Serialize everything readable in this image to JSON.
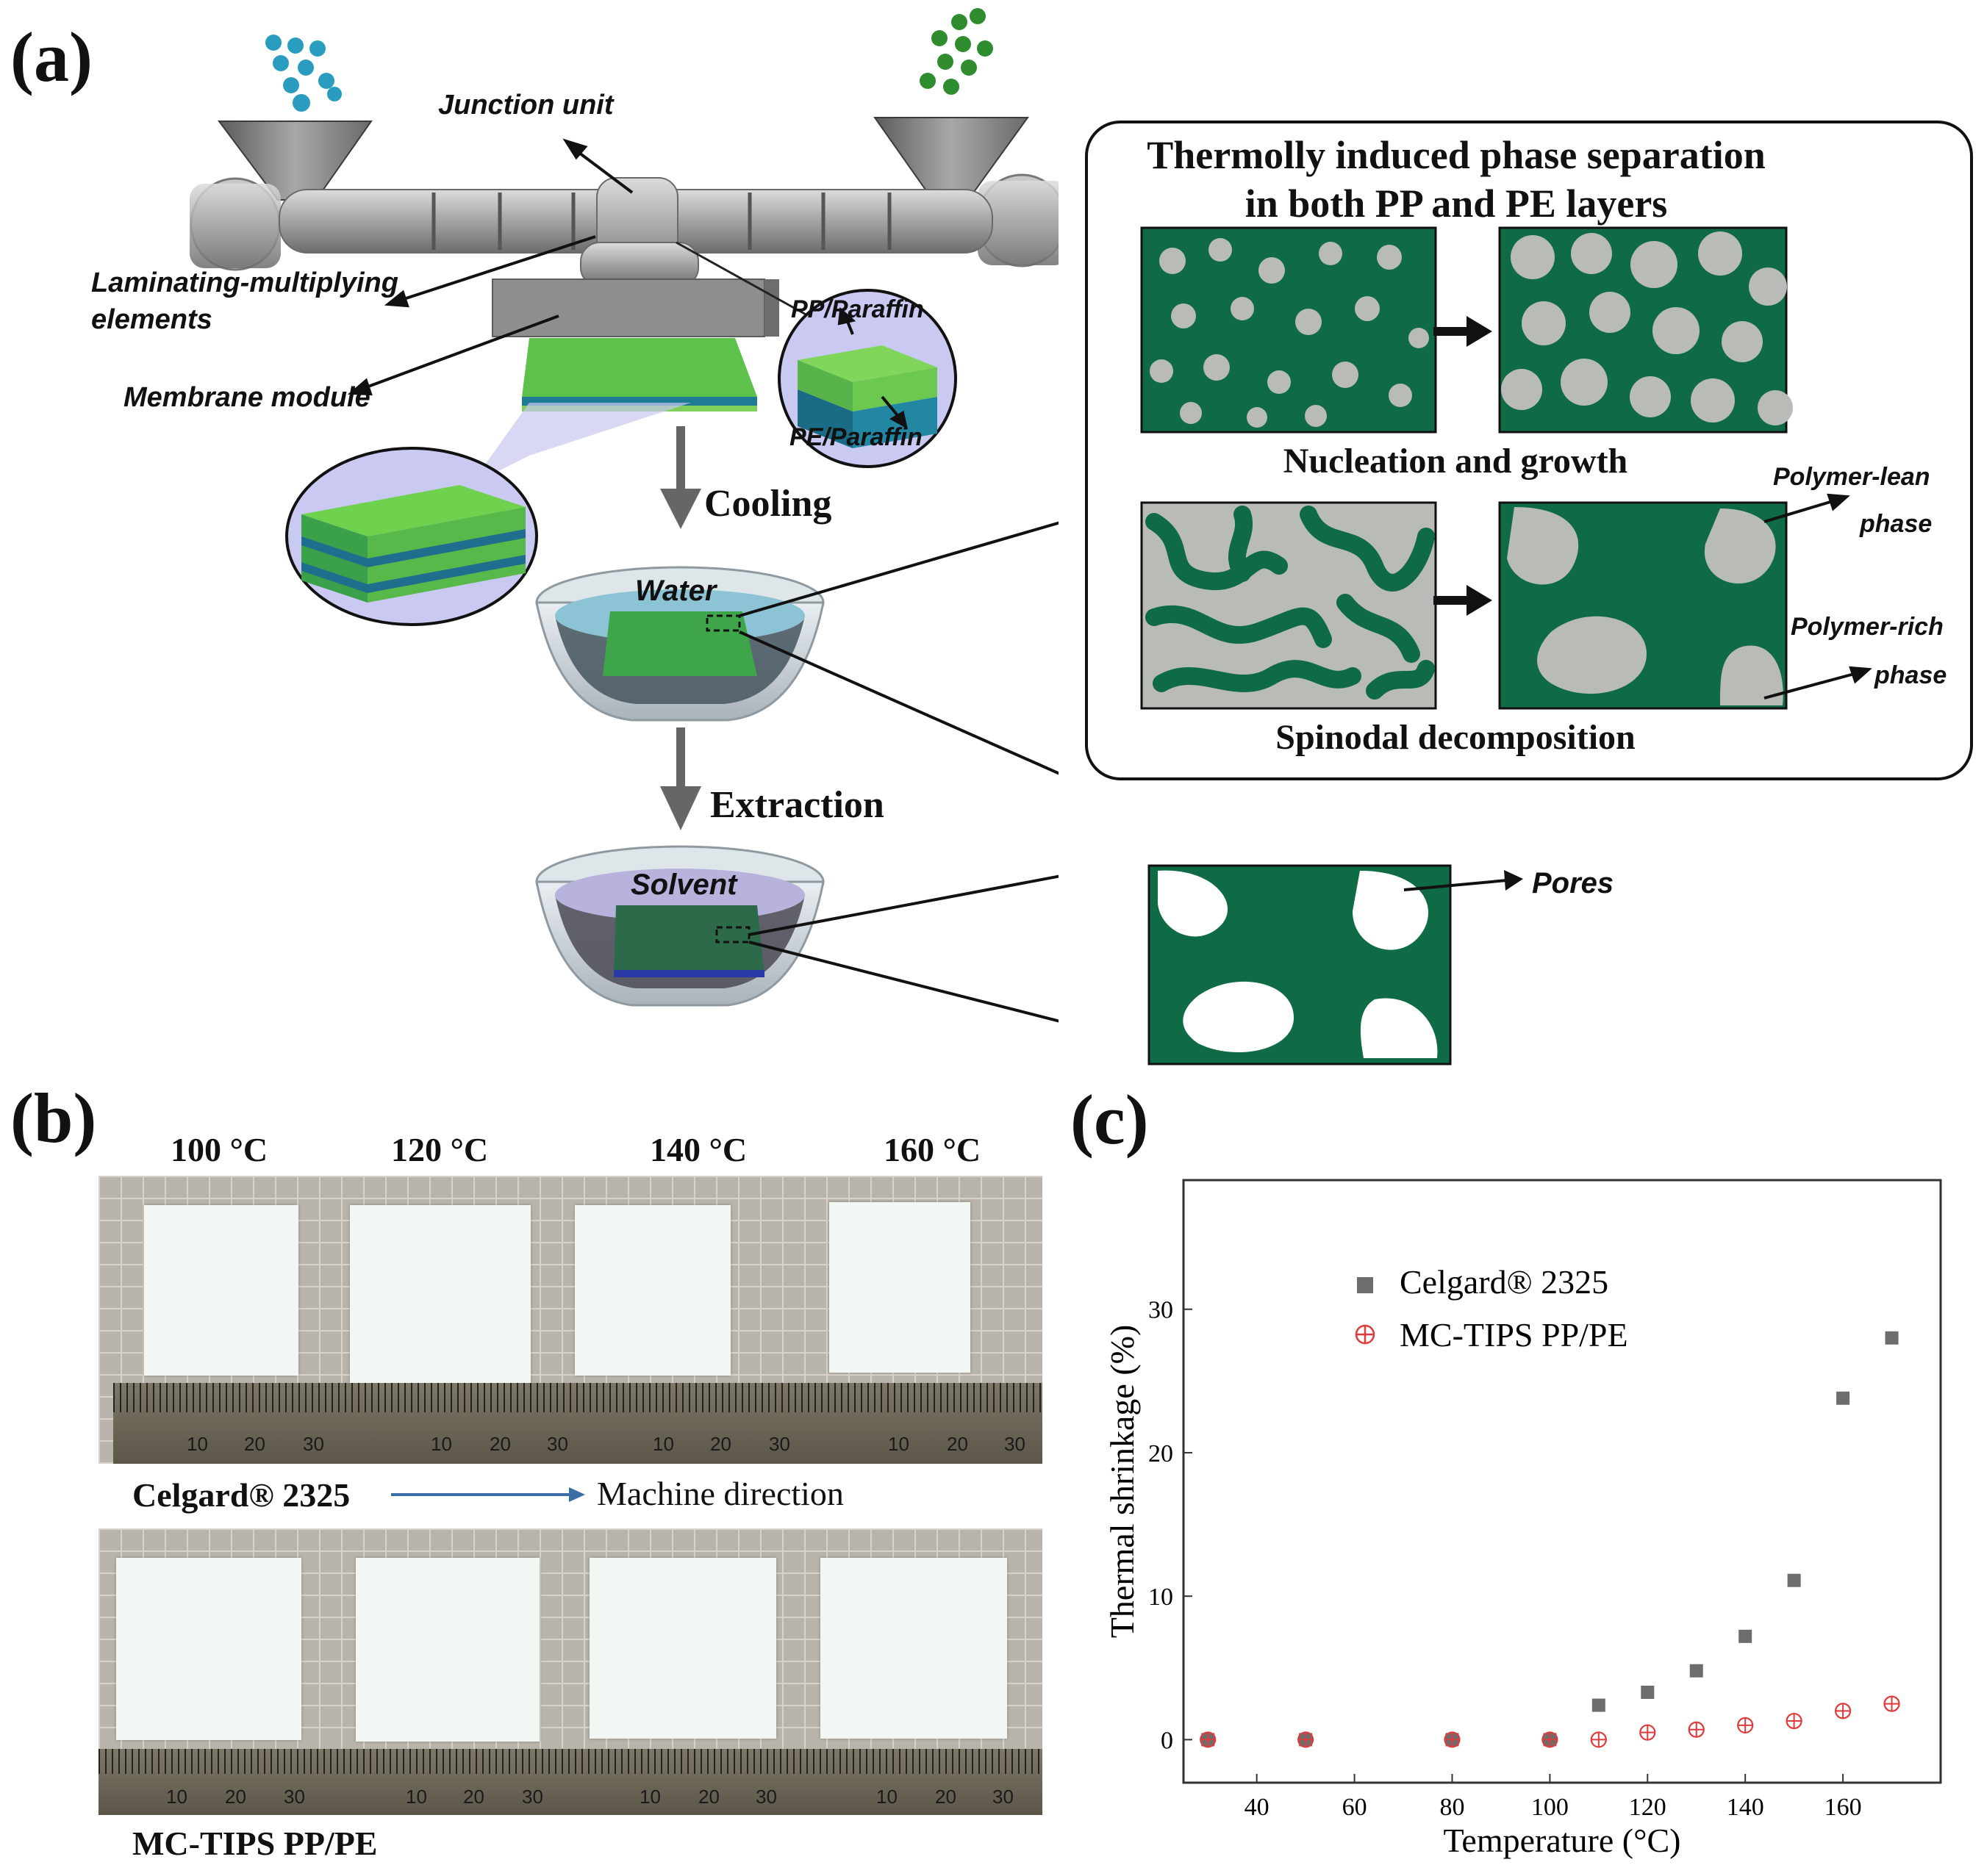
{
  "panels": {
    "a": "(a)",
    "b": "(b)",
    "c": "(c)"
  },
  "schematic": {
    "junction_unit": "Junction unit",
    "laminating_1": "Laminating-multiplying",
    "laminating_2": "elements",
    "membrane_module": "Membrane module",
    "pp_paraffin": "PP/Paraffin",
    "pe_paraffin": "PE/Paraffin",
    "cooling": "Cooling",
    "water": "Water",
    "extraction": "Extraction",
    "solvent": "Solvent",
    "pores": "Pores"
  },
  "tips": {
    "title_1": "Thermolly induced phase separation",
    "title_2": "in both PP and PE layers",
    "nucleation": "Nucleation and growth",
    "spinodal": "Spinodal decomposition",
    "lean_1": "Polymer-lean",
    "lean_2": "phase",
    "rich_1": "Polymer-rich",
    "rich_2": "phase"
  },
  "photos": {
    "temps": [
      "100 °C",
      "120 °C",
      "140 °C",
      "160 °C"
    ],
    "celgard": "Celgard® 2325",
    "machine_direction": "Machine direction",
    "mc_tips": "MC-TIPS PP/PE",
    "ruler_marks": [
      "10",
      "20",
      "30"
    ]
  },
  "chart_data": {
    "type": "scatter",
    "xlabel": "Temperature (°C)",
    "ylabel": "Thermal shrinkage (%)",
    "xlim": [
      25,
      180
    ],
    "ylim": [
      -3,
      39
    ],
    "xticks": [
      40,
      60,
      80,
      100,
      120,
      140,
      160
    ],
    "yticks": [
      0,
      10,
      20,
      30
    ],
    "legend_position": "top-center",
    "series": [
      {
        "name": "Celgard® 2325",
        "marker": "square",
        "color": "#6d6d6d",
        "x": [
          30,
          50,
          80,
          100,
          110,
          120,
          130,
          140,
          150,
          160,
          170
        ],
        "y": [
          0,
          0,
          0,
          0,
          2.4,
          3.3,
          4.8,
          7.2,
          11.1,
          23.8,
          28.0
        ]
      },
      {
        "name": "MC-TIPS PP/PE",
        "marker": "circle-plus",
        "color": "#e03a3a",
        "x": [
          30,
          50,
          80,
          100,
          110,
          120,
          130,
          140,
          150,
          160,
          170
        ],
        "y": [
          0,
          0,
          0,
          0,
          0,
          0.5,
          0.7,
          1.0,
          1.3,
          2.0,
          2.5
        ]
      }
    ]
  }
}
